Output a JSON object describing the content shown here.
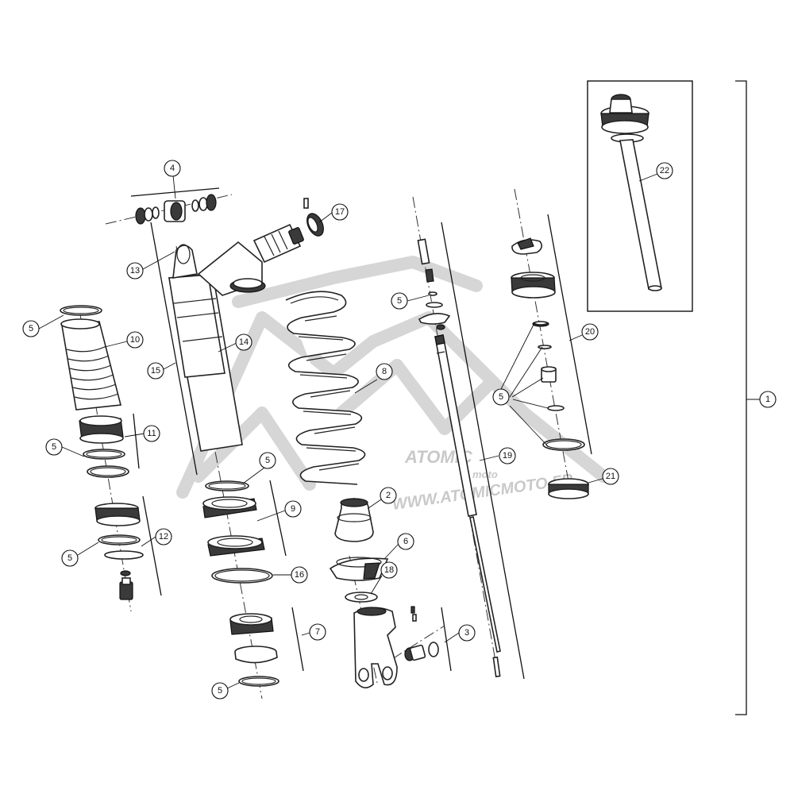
{
  "callouts": {
    "c1": "1",
    "c2": "2",
    "c3": "3",
    "c4": "4",
    "c5a": "5",
    "c5b": "5",
    "c5c": "5",
    "c5d": "5",
    "c5e": "5",
    "c5f": "5",
    "c5g": "5",
    "c6": "6",
    "c7": "7",
    "c8": "8",
    "c9": "9",
    "c10": "10",
    "c11": "11",
    "c12": "12",
    "c13": "13",
    "c14": "14",
    "c15": "15",
    "c16": "16",
    "c17": "17",
    "c18": "18",
    "c19": "19",
    "c20": "20",
    "c21": "21",
    "c22": "22"
  },
  "watermark": {
    "brand": "ATOMIC",
    "sub": "moto",
    "url": "WWW.ATOMICMOTO.FR"
  }
}
